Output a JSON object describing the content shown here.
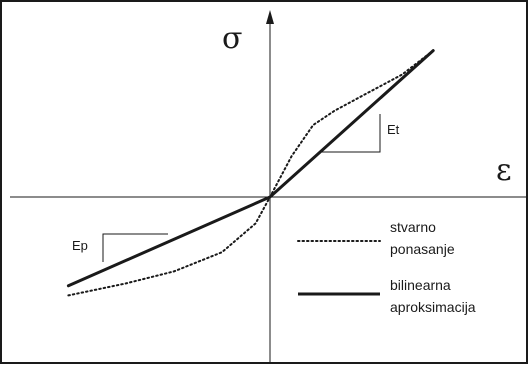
{
  "chart_data": {
    "type": "line",
    "title": "",
    "xlabel": "ε",
    "ylabel": "σ",
    "grid": false,
    "legend": "bottom-right",
    "series": [
      {
        "name": "stvarno ponasanje",
        "style": "dotted",
        "x": [
          -8.4,
          -6.0,
          -4.0,
          -2.0,
          -0.6,
          0.0,
          0.9,
          1.8,
          2.7,
          4.0,
          5.5,
          6.8
        ],
        "y": [
          -4.1,
          -3.6,
          -3.1,
          -2.3,
          -1.1,
          0.0,
          1.7,
          3.0,
          3.6,
          4.3,
          5.1,
          6.1
        ]
      },
      {
        "name": "bilinearna aproksimacija",
        "style": "solid",
        "x": [
          -8.4,
          0.0,
          6.8
        ],
        "y": [
          -3.7,
          0.0,
          6.1
        ]
      }
    ],
    "annotations": [
      {
        "label": "Et",
        "kind": "slope-triangle",
        "on": "positive branch"
      },
      {
        "label": "Ep",
        "kind": "slope-triangle",
        "on": "negative branch"
      }
    ],
    "colors": {
      "line": "#1a1a1a",
      "frame": "#1a1a1a",
      "background": "#ffffff"
    }
  }
}
